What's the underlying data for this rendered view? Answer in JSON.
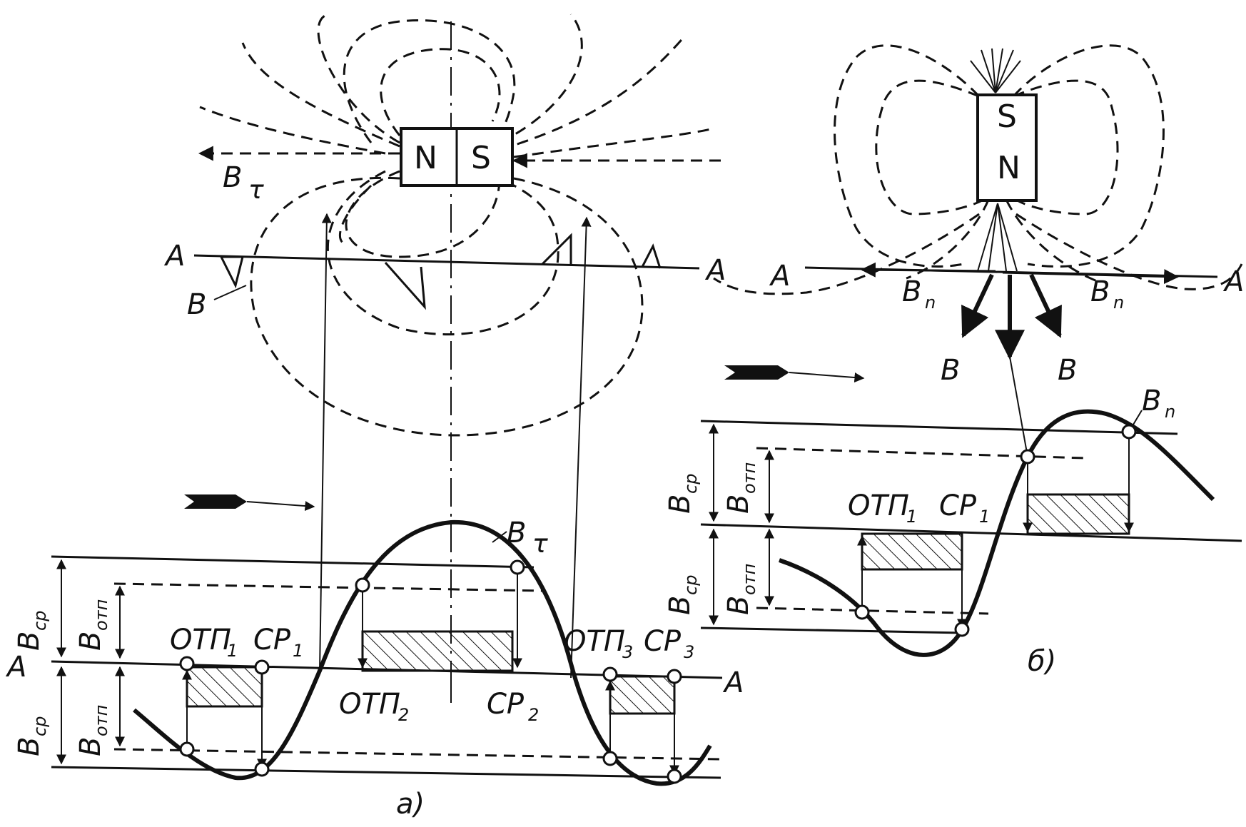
{
  "panel_a": {
    "magnet_left": "N",
    "magnet_right": "S",
    "b_tau": "B",
    "tau": "τ",
    "b_field": "B",
    "axis_left": "A",
    "axis_right": "A",
    "axis_bottom_left": "A",
    "axis_bottom_right": "A",
    "curve_b": "B",
    "curve_tau": "τ",
    "bcp_upper": "B",
    "cp_sub": "cp",
    "botp_upper": "B",
    "otp_sub": "отп",
    "bcp_lower": "B",
    "cp_sub_lower": "cp",
    "botp_lower": "B",
    "otp_sub_lower": "отп",
    "otp1": "ОТП",
    "otp1_sub": "1",
    "cp1": "СР",
    "cp1_sub": "1",
    "otp2": "ОТП",
    "otp2_sub": "2",
    "cp2": "СР",
    "cp2_sub": "2",
    "otp3": "ОТП",
    "otp3_sub": "3",
    "cp3": "СР",
    "cp3_sub": "3",
    "caption": "а)"
  },
  "panel_b": {
    "magnet_top": "S",
    "magnet_bottom": "N",
    "axis_left": "A",
    "axis_right": "A",
    "bn_left": "B",
    "bn_left_sub": "n",
    "bn_right": "B",
    "bn_right_sub": "n",
    "b_left": "B",
    "b_right": "B",
    "curve_b": "B",
    "curve_sub": "n",
    "bcp_upper": "B",
    "cp_sub": "cp",
    "botp_upper": "B",
    "otp_sub": "отп",
    "bcp_lower": "B",
    "cp_sub_lower": "cp",
    "botp_lower": "B",
    "otp_sub_lower": "отп",
    "otp1": "ОТП",
    "otp1_sub": "1",
    "cp1": "СР",
    "cp1_sub": "1",
    "caption": "б)"
  }
}
